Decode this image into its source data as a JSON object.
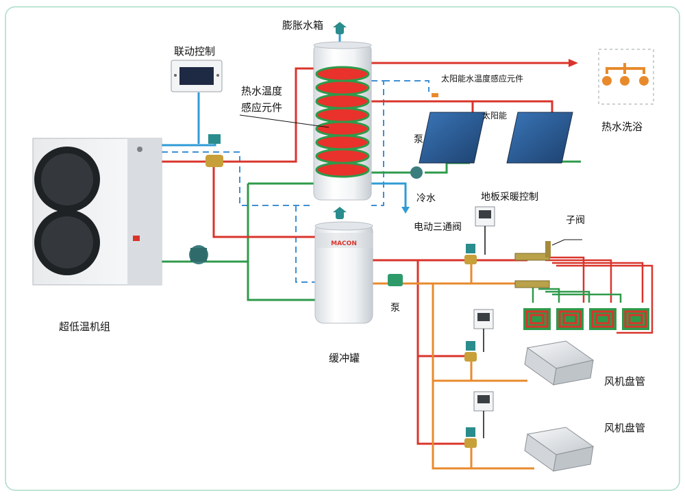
{
  "labels": {
    "expansion_tank": "膨胀水箱",
    "linkage_control": "联动控制",
    "hot_water_sensor_line1": "热水温度",
    "hot_water_sensor_line2": "感应元件",
    "solar_sensor": "太阳能水温度感应元件",
    "solar": "太阳能",
    "pump_top": "泵",
    "cold_water": "冷水",
    "floor_heating_control": "地板采暖控制",
    "sub_valve": "子阀",
    "three_way_valve": "电动三通阀",
    "pump_bottom": "泵",
    "buffer_tank": "缓冲罐",
    "heat_pump_unit": "超低温机组",
    "hot_water_bath": "热水洗浴",
    "fan_coil_1": "风机盘管",
    "fan_coil_2": "风机盘管",
    "brand": "MACON"
  },
  "colors": {
    "hot_pipe": "#d9342b",
    "return_pipe": "#e88a2c",
    "green_pipe": "#2e9a4a",
    "blue_pipe": "#2f9bd6",
    "dashed_line": "#3d8fd4",
    "frame": "#a9dcc6",
    "coil": "#e8322b",
    "solar_panel": "#2f5f9a"
  },
  "icons": {
    "heat_pump": "outdoor-unit-icon",
    "tank": "water-tank-icon",
    "pump": "circulation-pump-icon",
    "valve": "motorized-valve-icon",
    "controller": "thermostat-panel-icon",
    "fan_coil": "ceiling-cassette-icon",
    "shower": "shower-heads-icon"
  }
}
